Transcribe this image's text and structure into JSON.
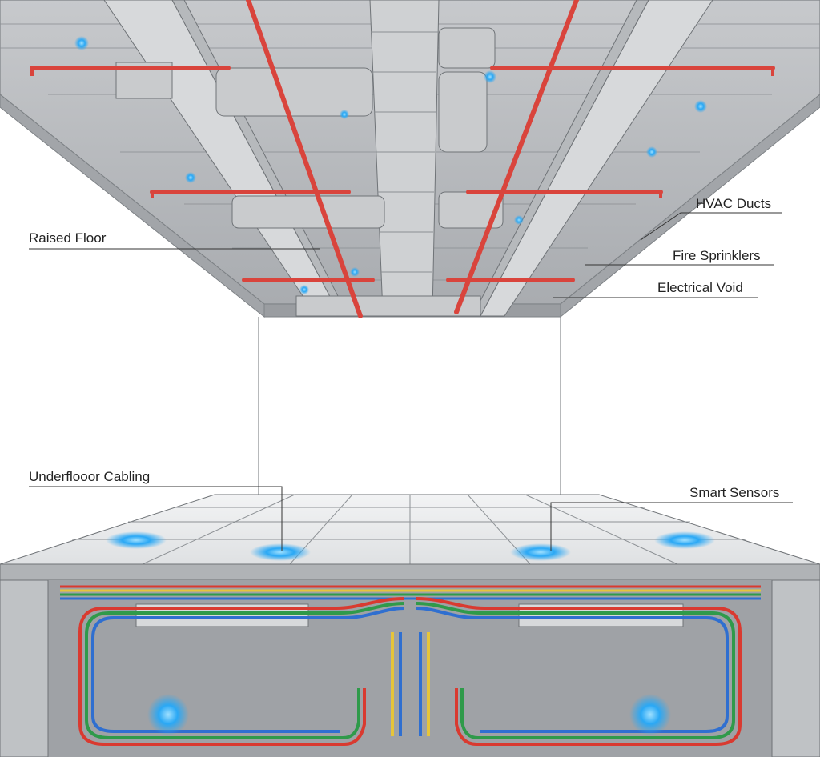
{
  "labels": {
    "hvac_ducts": "HVAC Ducts",
    "raised_floor": "Raised Floor",
    "fire_sprinklers": "Fire Sprinklers",
    "electrical_void": "Electrical Void",
    "underfloor_cabling": "Underflooor Cabling",
    "smart_sensors": "Smart Sensors"
  },
  "colors": {
    "background": "#ffffff",
    "ceiling_grey": "#b9bcc0",
    "sprinkler_red": "#d9443c",
    "cable_red": "#d93a30",
    "cable_green": "#2f9a4a",
    "cable_blue": "#2f6fd0",
    "cable_yellow": "#e6c53a",
    "sensor_glow": "#2aa8f5"
  },
  "icons": [
    "sensor-glow-icon",
    "ceiling-light-icon"
  ]
}
